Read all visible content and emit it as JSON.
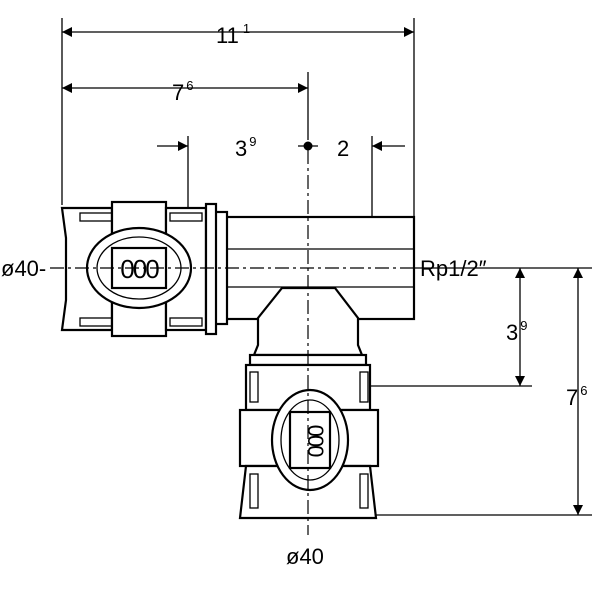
{
  "dimensions": {
    "overall_width": {
      "main": "11",
      "sup": "1"
    },
    "center_offset_left": {
      "main": "7",
      "sup": "6"
    },
    "insert_depth_left": {
      "main": "3",
      "sup": "9"
    },
    "thread_offset": {
      "main": "2"
    },
    "insert_depth_bottom": {
      "main": "3",
      "sup": "9"
    },
    "center_offset_bottom": {
      "main": "7",
      "sup": "6"
    }
  },
  "labels": {
    "left_connection": "ø40-",
    "right_connection": "Rp1/2″",
    "bottom_connection": "ø40"
  },
  "fitting_markings": {
    "left": "000",
    "bottom": "000"
  }
}
